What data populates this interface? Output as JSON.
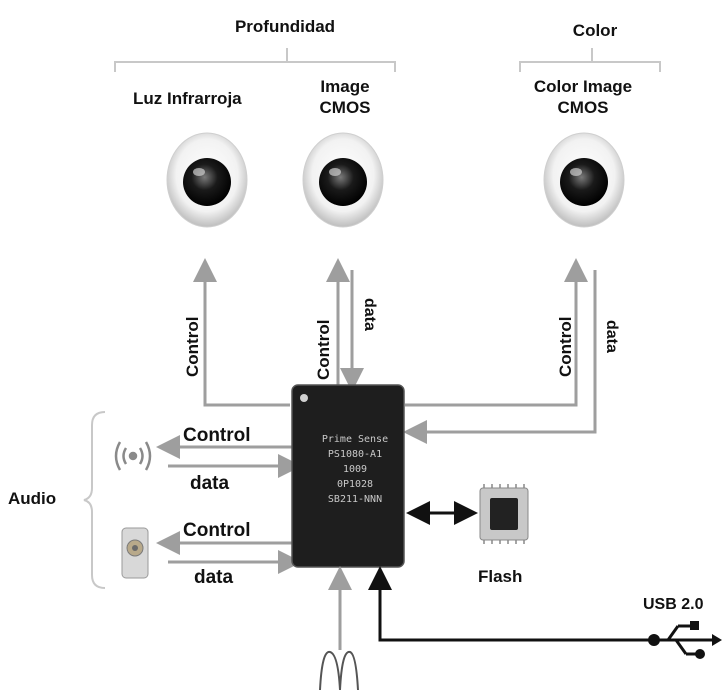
{
  "groups": {
    "depth": "Profundidad",
    "color": "Color",
    "audio": "Audio"
  },
  "sensors": {
    "ir": "Luz Infrarroja",
    "image_cmos_line1": "Image",
    "image_cmos_line2": "CMOS",
    "color_cmos_line1": "Color Image",
    "color_cmos_line2": "CMOS"
  },
  "signals": {
    "control_ir": "Control",
    "control_image": "Control",
    "data_image": "data",
    "control_color": "Control",
    "data_color": "data",
    "control_mic": "Control",
    "data_mic": "data",
    "control_speaker": "Control",
    "data_speaker": "data"
  },
  "chip": {
    "lines": [
      "Prime Sense",
      "PS1080-A1",
      "1009",
      "0P1028",
      "SB211-NNN"
    ]
  },
  "peripherals": {
    "flash": "Flash",
    "usb": "USB 2.0"
  },
  "icons": {
    "camera": "camera-lens-icon",
    "mic": "microphone-signal-icon",
    "speaker": "speaker-icon",
    "flash": "flash-chip-icon",
    "usb": "usb-icon",
    "clock": "waveform-icon"
  },
  "colors": {
    "arrow": "#9e9e9e",
    "dark_arrow": "#111111",
    "chip": "#1e1e1e",
    "brace": "#c8c8c8"
  }
}
